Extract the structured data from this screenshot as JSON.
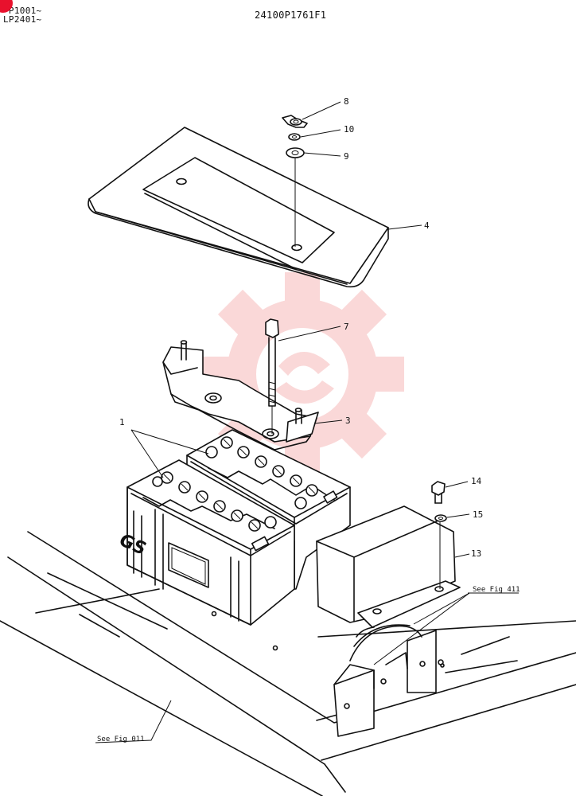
{
  "header": {
    "serial_line1": "'P1001~",
    "serial_line2": "LP2401~",
    "drawing_code": "24100P1761F1"
  },
  "callouts": [
    {
      "id": "1",
      "label": "1"
    },
    {
      "id": "3",
      "label": "3"
    },
    {
      "id": "4",
      "label": "4"
    },
    {
      "id": "7",
      "label": "7"
    },
    {
      "id": "8",
      "label": "8"
    },
    {
      "id": "9",
      "label": "9"
    },
    {
      "id": "10",
      "label": "10"
    },
    {
      "id": "13",
      "label": "13"
    },
    {
      "id": "14",
      "label": "14"
    },
    {
      "id": "15",
      "label": "15"
    }
  ],
  "references": {
    "fig_411": "See Fig 411",
    "fig_011": "See Fig 011"
  },
  "battery_brand": "GS",
  "colors": {
    "line": "#111111",
    "watermark": "#f6b9b9",
    "corner_marker": "#e8112d"
  }
}
